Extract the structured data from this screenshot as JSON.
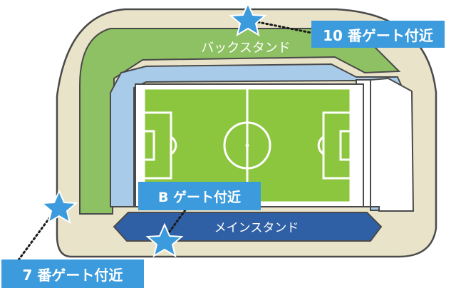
{
  "labels": {
    "back_stand": "バックスタンド",
    "main_stand": "メインスタンド",
    "gate_10": "10 番ゲート付近",
    "gate_b": "B ゲート付近",
    "gate_7": "7 番ゲート付近"
  },
  "colors": {
    "outer_ring": "#e9e4c9",
    "outer_stroke": "#4a4a4a",
    "back_stand": "#8dc163",
    "side_stand": "#a9cbea",
    "main_stand": "#2f5fa4",
    "field": "#8cc63f",
    "field_line": "#ffffff",
    "label_bg": "#3b9bdc",
    "star": "#3b9bdc"
  },
  "icons": [
    "star-icon"
  ]
}
